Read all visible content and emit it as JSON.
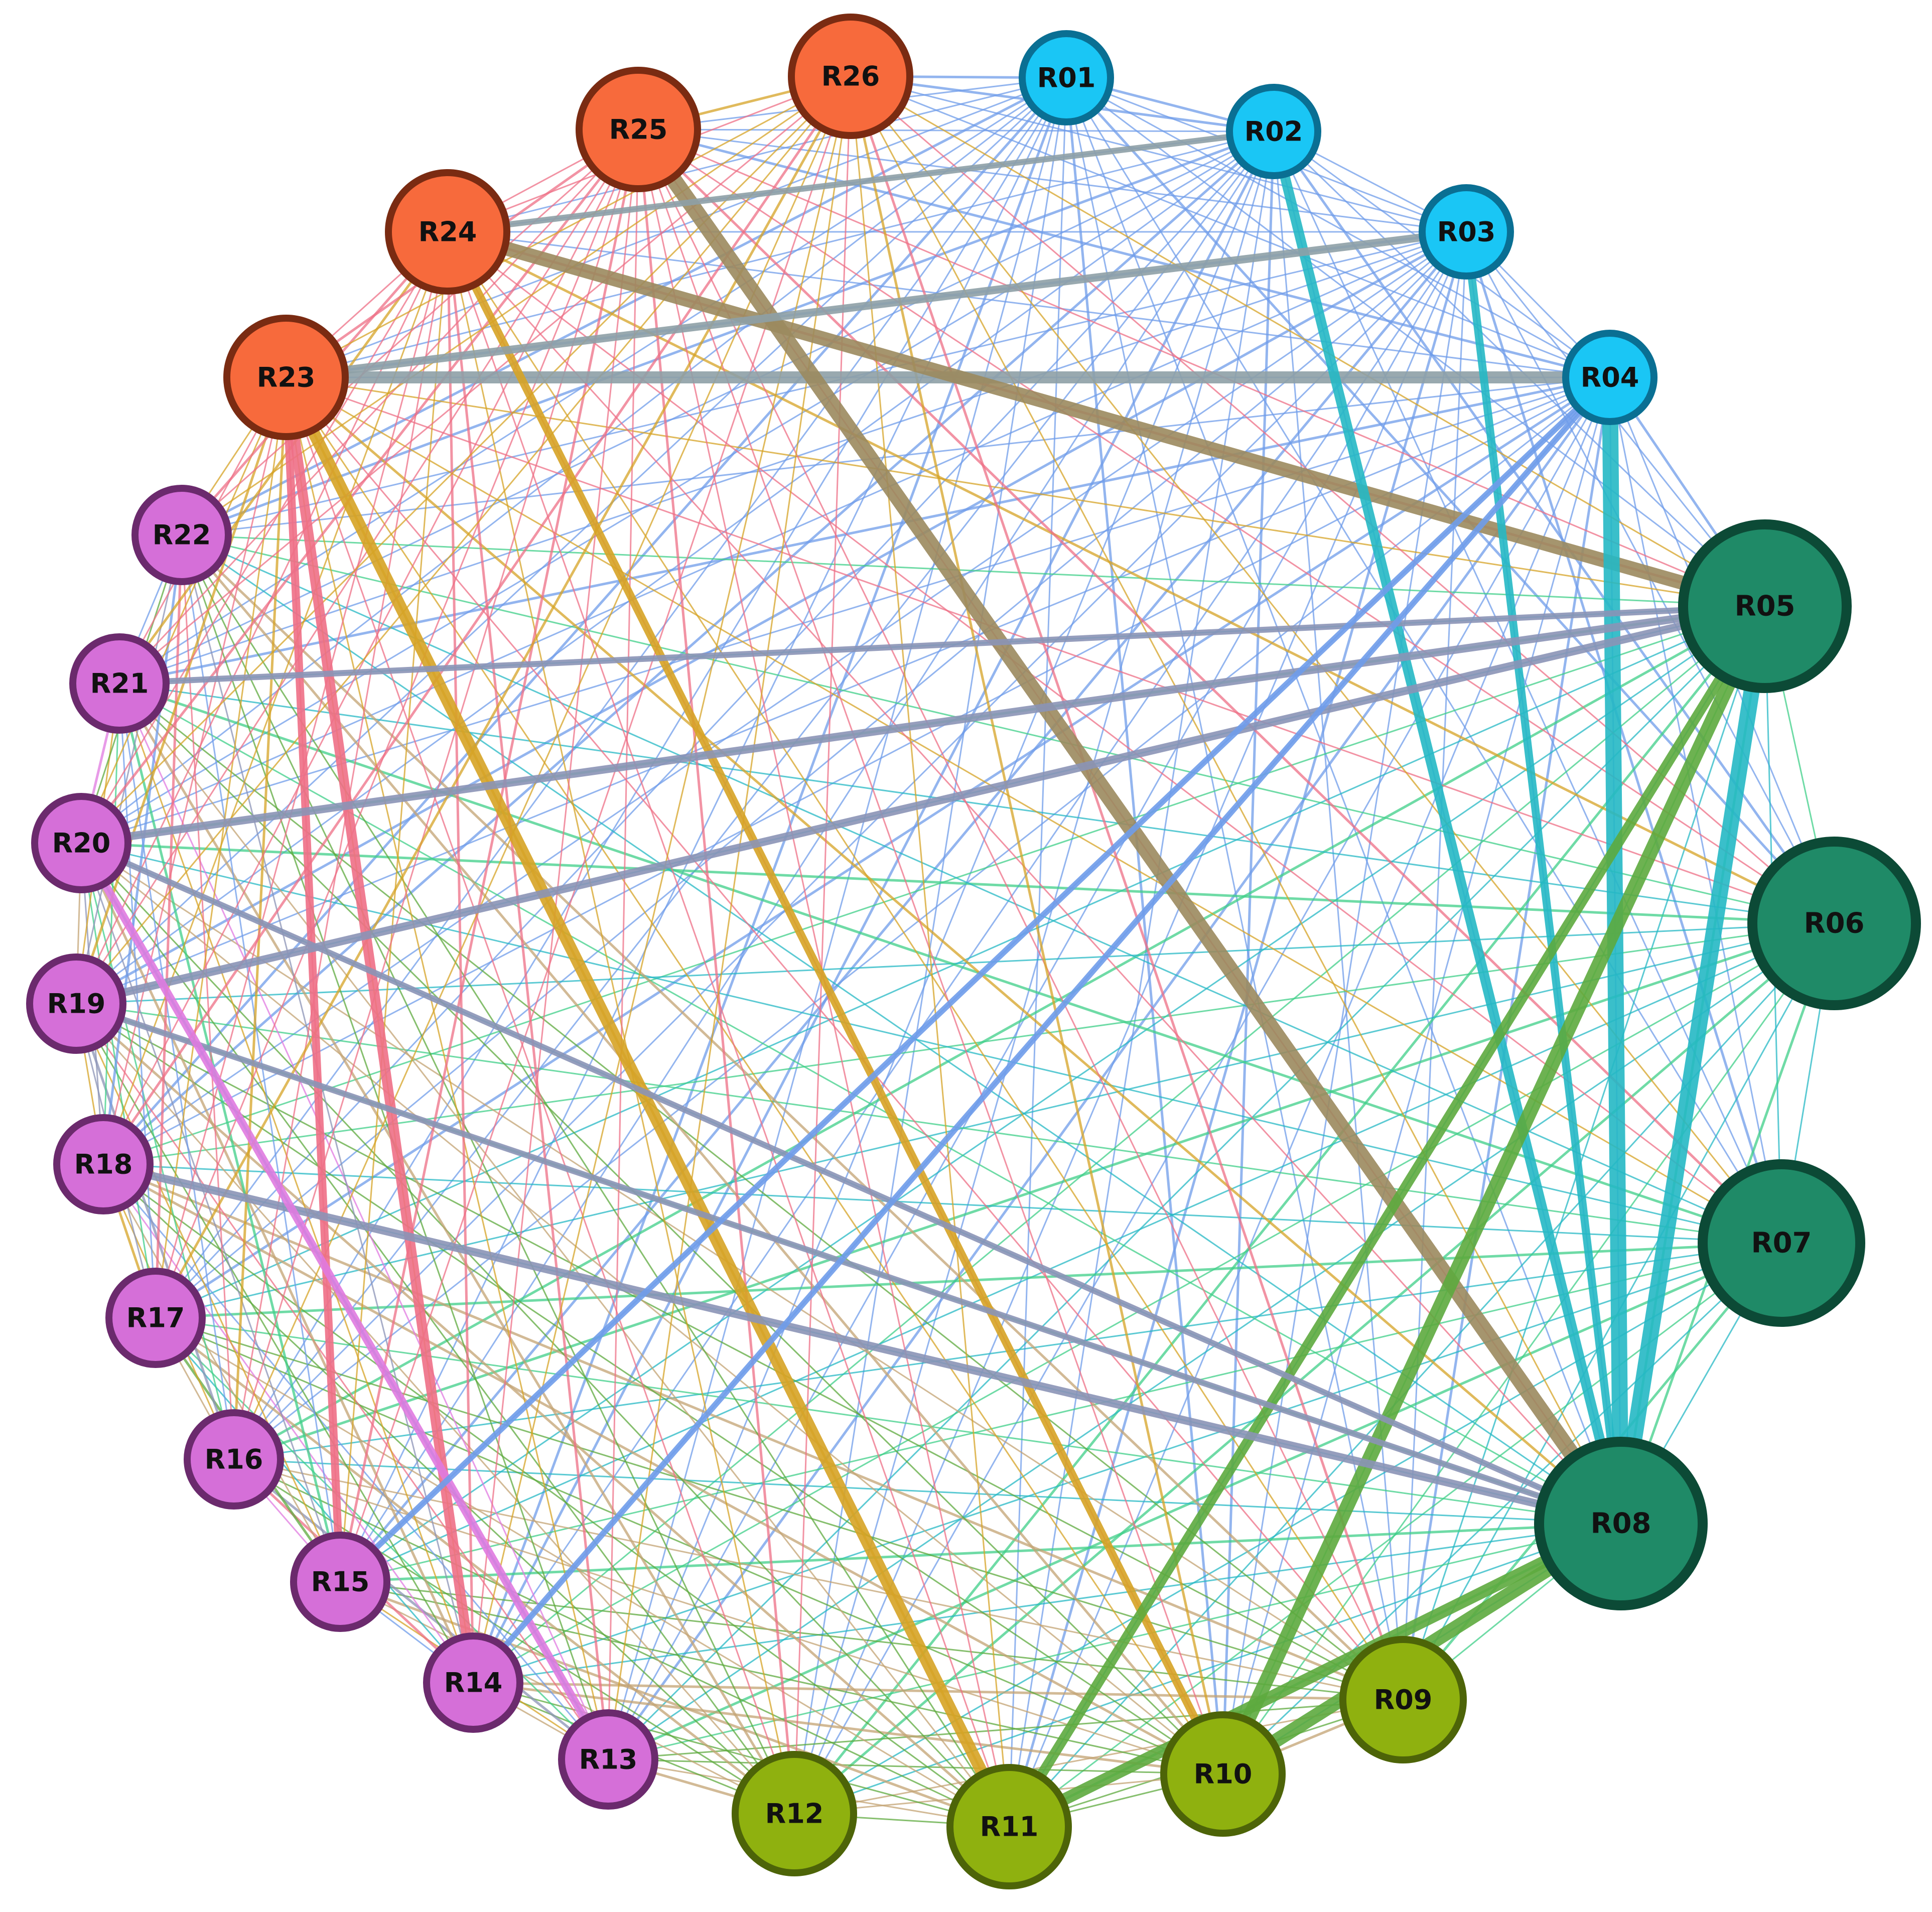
{
  "diagram": {
    "type": "chord-network",
    "groups": [
      {
        "id": "blue",
        "fill": "#1ac6f5",
        "stroke": "#0a6f93",
        "edge": "#6f9cea"
      },
      {
        "id": "teal",
        "fill": "#1f8a67",
        "stroke": "#0c4a36",
        "edge": "#25b8c4"
      },
      {
        "id": "olive",
        "fill": "#8fb10f",
        "stroke": "#4d6408",
        "edge": "#5daa3e"
      },
      {
        "id": "purple",
        "fill": "#d56fd8",
        "stroke": "#6b2a6d",
        "edge": "#e07ae0"
      },
      {
        "id": "orange",
        "fill": "#f76a3c",
        "stroke": "#7a2b12",
        "edge": "#ee6f86"
      }
    ],
    "extra_edge_colors": {
      "tan": "#c3a373",
      "gold": "#d6a325",
      "brown": "#9b8a5e",
      "slate": "#8b93b6",
      "gray": "#8ea0a6",
      "green": "#3fcf88"
    },
    "nodes": [
      {
        "label": "R01",
        "group": "blue"
      },
      {
        "label": "R02",
        "group": "blue"
      },
      {
        "label": "R03",
        "group": "blue"
      },
      {
        "label": "R04",
        "group": "blue"
      },
      {
        "label": "R05",
        "group": "teal"
      },
      {
        "label": "R06",
        "group": "teal"
      },
      {
        "label": "R07",
        "group": "teal"
      },
      {
        "label": "R08",
        "group": "teal"
      },
      {
        "label": "R09",
        "group": "olive"
      },
      {
        "label": "R10",
        "group": "olive"
      },
      {
        "label": "R11",
        "group": "olive"
      },
      {
        "label": "R12",
        "group": "olive"
      },
      {
        "label": "R13",
        "group": "purple"
      },
      {
        "label": "R14",
        "group": "purple"
      },
      {
        "label": "R15",
        "group": "purple"
      },
      {
        "label": "R16",
        "group": "purple"
      },
      {
        "label": "R17",
        "group": "purple"
      },
      {
        "label": "R18",
        "group": "purple"
      },
      {
        "label": "R19",
        "group": "purple"
      },
      {
        "label": "R20",
        "group": "purple"
      },
      {
        "label": "R21",
        "group": "purple"
      },
      {
        "label": "R22",
        "group": "purple"
      },
      {
        "label": "R23",
        "group": "orange"
      },
      {
        "label": "R24",
        "group": "orange"
      },
      {
        "label": "R25",
        "group": "orange"
      },
      {
        "label": "R26",
        "group": "orange"
      }
    ],
    "strong_edges": [
      {
        "from": "R23",
        "to": "R04",
        "weight": 6,
        "color": "gray"
      },
      {
        "from": "R24",
        "to": "R05",
        "weight": 7,
        "color": "brown"
      },
      {
        "from": "R23",
        "to": "R11",
        "weight": 6,
        "color": "gold"
      },
      {
        "from": "R24",
        "to": "R10",
        "weight": 4,
        "color": "gold"
      },
      {
        "from": "R25",
        "to": "R08",
        "weight": 8,
        "color": "brown"
      },
      {
        "from": "R02",
        "to": "R08",
        "weight": 5,
        "color": "teal"
      },
      {
        "from": "R03",
        "to": "R08",
        "weight": 4,
        "color": "teal"
      },
      {
        "from": "R04",
        "to": "R08",
        "weight": 8,
        "color": "teal"
      },
      {
        "from": "R05",
        "to": "R08",
        "weight": 8,
        "color": "teal"
      },
      {
        "from": "R05",
        "to": "R10",
        "weight": 7,
        "color": "olive"
      },
      {
        "from": "R05",
        "to": "R11",
        "weight": 5,
        "color": "olive"
      },
      {
        "from": "R08",
        "to": "R10",
        "weight": 7,
        "color": "olive"
      },
      {
        "from": "R08",
        "to": "R11",
        "weight": 6,
        "color": "olive"
      },
      {
        "from": "R23",
        "to": "R14",
        "weight": 5,
        "color": "orange"
      },
      {
        "from": "R23",
        "to": "R15",
        "weight": 4,
        "color": "orange"
      },
      {
        "from": "R23",
        "to": "R03",
        "weight": 4,
        "color": "gray"
      },
      {
        "from": "R24",
        "to": "R02",
        "weight": 3,
        "color": "gray"
      },
      {
        "from": "R05",
        "to": "R19",
        "weight": 4,
        "color": "slate"
      },
      {
        "from": "R05",
        "to": "R20",
        "weight": 4,
        "color": "slate"
      },
      {
        "from": "R05",
        "to": "R21",
        "weight": 3,
        "color": "slate"
      },
      {
        "from": "R08",
        "to": "R18",
        "weight": 4,
        "color": "slate"
      },
      {
        "from": "R08",
        "to": "R19",
        "weight": 3,
        "color": "slate"
      },
      {
        "from": "R08",
        "to": "R20",
        "weight": 3,
        "color": "slate"
      },
      {
        "from": "R20",
        "to": "R13",
        "weight": 4,
        "color": "purple"
      },
      {
        "from": "R04",
        "to": "R14",
        "weight": 3,
        "color": "blue"
      },
      {
        "from": "R04",
        "to": "R15",
        "weight": 3,
        "color": "blue"
      }
    ]
  }
}
